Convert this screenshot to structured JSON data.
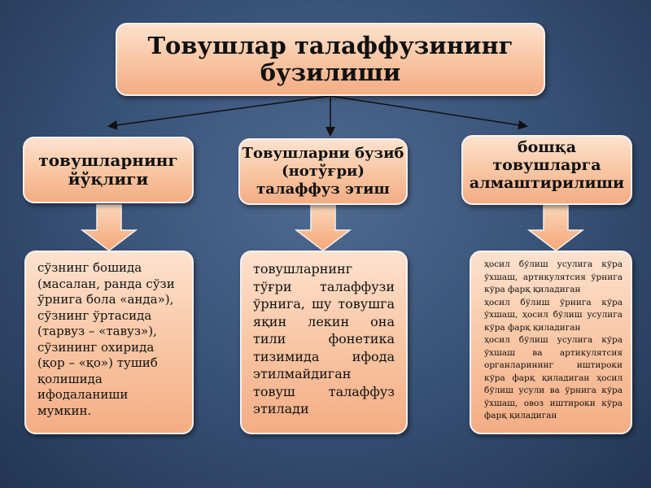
{
  "title": "Товушлар талаффузининг бузилиши",
  "branches": [
    {
      "heading": "товушларнинг йўқлиги",
      "detail": "сўзнинг бошида (масалан, ранда сўзи ўрнига бола «анда»), сўзнинг ўртасида (тарвуз – «тавуз»), сўзининг охирида (қор – «қо») тушиб қолишида ифодаланиши мумкин."
    },
    {
      "heading": "Товушларни бузиб (нотўғри) талаффуз этиш",
      "detail": "товушларнинг тўғри талаффузи ўрнига, шу товушга яқин лекин она тили фонетика тизимида ифода этилмайдиган товуш талаффуз этилади"
    },
    {
      "heading": "бошқа товушларга алмаштирилиши",
      "detail_lines": [
        "ҳосил бўлиш усулига кўра ўхшаш, артикулятсия ўрнига кўра фарқ қиладиган",
        "ҳосил бўлиш ўрнига кўра ўхшаш, ҳосил бўлиш усулига кўра фарқ қиладиган",
        "ҳосил бўлиш усулига кўра ўхшаш ва артикулятсия органларининг иштироки кўра фарқ қиладиган ҳосил бўлиш усули ва ўрнига кўра ўхшаш, овоз иштироки кўра фарқ қиладиган"
      ]
    }
  ],
  "colors": {
    "box_fill": "#f9c9a8",
    "arrow_fill": "#f8c29a",
    "background": "#3a547a"
  }
}
